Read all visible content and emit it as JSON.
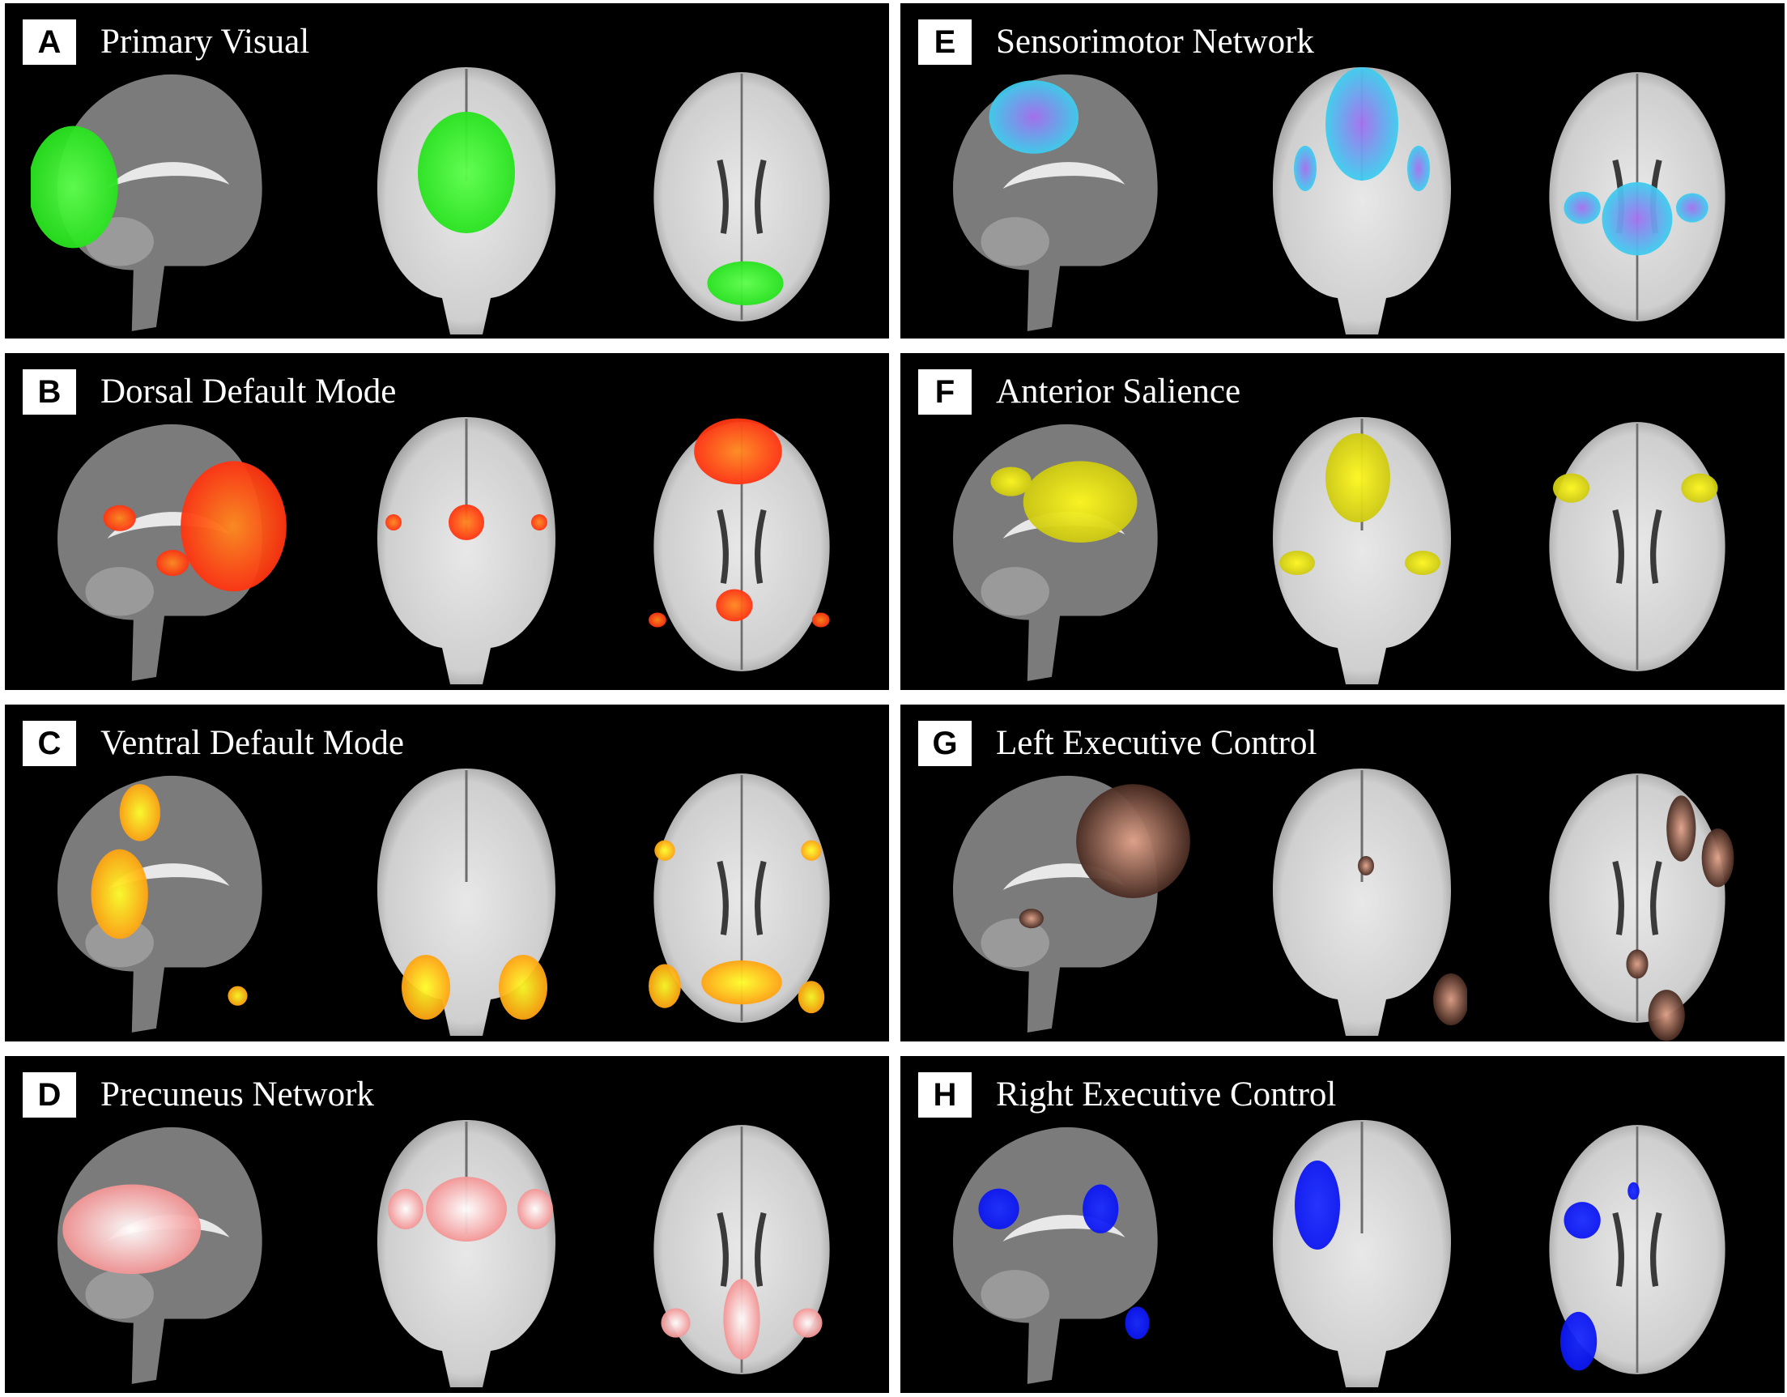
{
  "colors": {
    "background": "#000000",
    "brain_dark": "#7b7b7b",
    "brain_light": "#cfcfcf",
    "white_matter": "#e8e8e8"
  },
  "panels": [
    {
      "letter": "A",
      "title": "Primary Visual",
      "activation_color": "#22e01a",
      "highlight_color": "#5cff4a"
    },
    {
      "letter": "E",
      "title": "Sensorimotor Network",
      "activation_color": "#33d6ee",
      "highlight_color": "#a56ff0"
    },
    {
      "letter": "B",
      "title": "Dorsal Default Mode",
      "activation_color": "#ff2a10",
      "highlight_color": "#ff8a1e"
    },
    {
      "letter": "F",
      "title": "Anterior Salience",
      "activation_color": "#c9c510",
      "highlight_color": "#fff81f"
    },
    {
      "letter": "C",
      "title": "Ventral Default Mode",
      "activation_color": "#ff9a10",
      "highlight_color": "#ffff2a"
    },
    {
      "letter": "G",
      "title": "Left Executive Control",
      "activation_color": "#3a2018",
      "highlight_color": "#e2a38a"
    },
    {
      "letter": "D",
      "title": "Precuneus Network",
      "activation_color": "#f28a8a",
      "highlight_color": "#ffffff"
    },
    {
      "letter": "H",
      "title": "Right Executive Control",
      "activation_color": "#0a14f0",
      "highlight_color": "#1c2cff"
    }
  ]
}
